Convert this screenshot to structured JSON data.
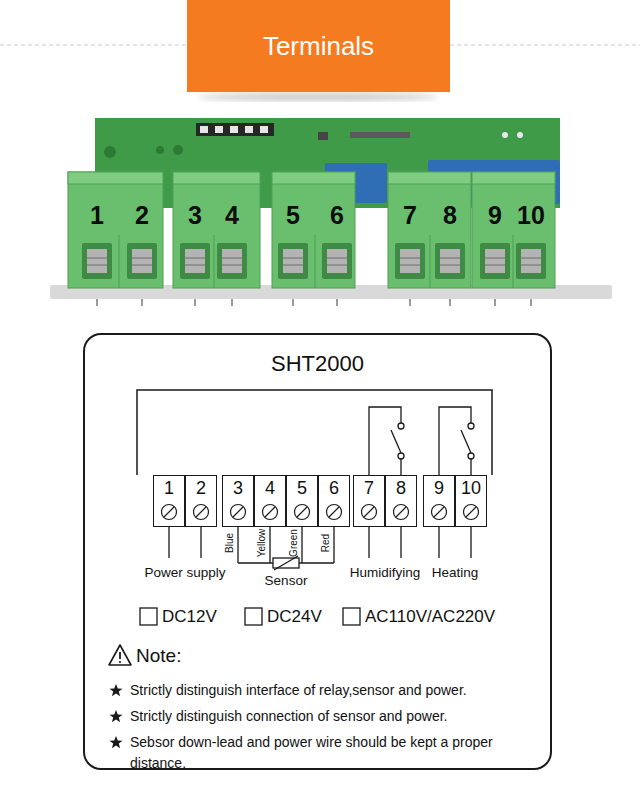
{
  "diagram": {
    "nodes": [
      {
        "text": [
          "Terminals"
        ]
      },
      {
        "text": [
          "SHT2000"
        ]
      },
      {
        "text": [
          "1"
        ],
        "in": 1
      },
      {
        "text": [
          "2"
        ],
        "in": 1
      },
      {
        "text": [
          "3"
        ],
        "in": 1
      },
      {
        "text": [
          "4"
        ],
        "in": 1
      },
      {
        "text": [
          "5"
        ],
        "in": 1
      },
      {
        "text": [
          "6"
        ],
        "in": 1
      },
      {
        "text": [
          "7"
        ],
        "in": 1
      },
      {
        "text": [
          "8"
        ],
        "in": 1
      },
      {
        "text": [
          "9"
        ],
        "in": 1
      },
      {
        "text": [
          "10"
        ],
        "in": 1
      }
    ],
    "edges": [
      {
        "from": 8,
        "to": 9,
        "arrow": "none"
      },
      {
        "from": 10,
        "to": 11,
        "arrow": "none"
      }
    ],
    "labels": [
      "1",
      "2",
      "3",
      "4",
      "5",
      "6",
      "7",
      "8",
      "9",
      "10",
      "Blue",
      "Yellow",
      "Green",
      "Red",
      "Power supply",
      "Sensor",
      "Humidifying",
      "Heating",
      "DC12V",
      "DC24V",
      "AC110V/AC220V",
      "Note:",
      "Strictly distinguish interface of relay,sensor and power.",
      "Strictly distinguish connection of sensor and power.",
      "Sebsor down-lead and power wire should be kept a proper distance."
    ]
  }
}
